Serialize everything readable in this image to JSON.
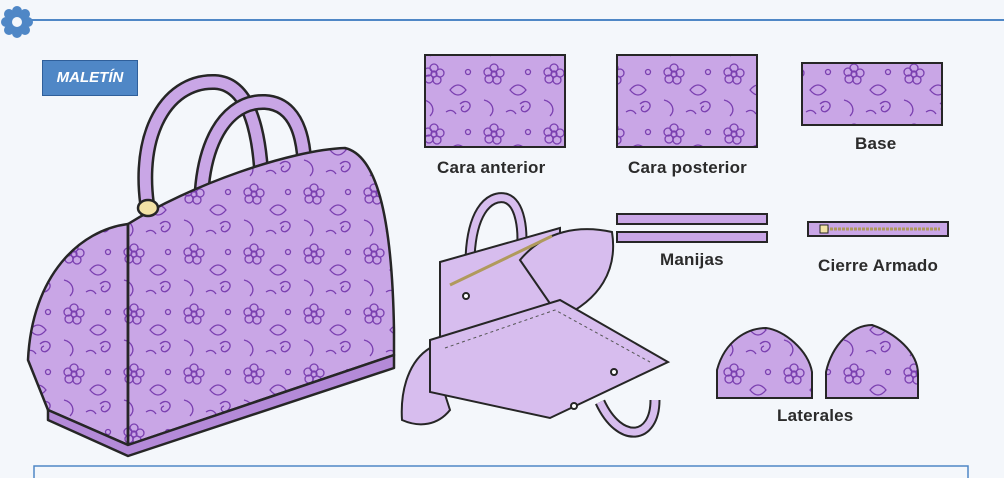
{
  "header": {
    "title": "MALETÍN"
  },
  "pieces": {
    "front": "Cara anterior",
    "back": "Cara posterior",
    "base": "Base",
    "handles": "Manijas",
    "zipper": "Cierre Armado",
    "sides": "Laterales"
  },
  "colors": {
    "lilac": "#c9a6e6",
    "lilac_light": "#dcc4f1",
    "lilac_dark": "#b48ad8",
    "line": "#262626",
    "pattern": "#7a3fb0",
    "accent": "#4f87c6"
  }
}
